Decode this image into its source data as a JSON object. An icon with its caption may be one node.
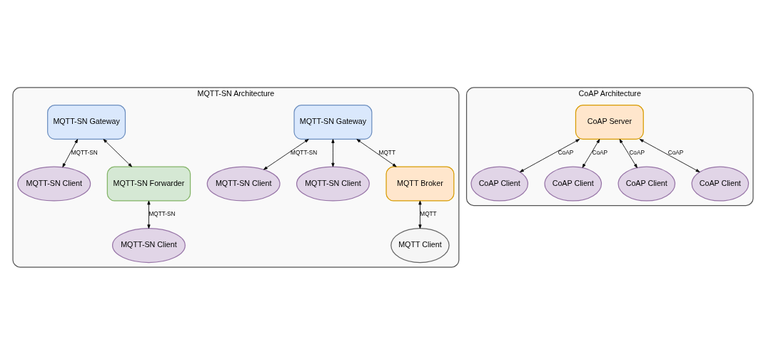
{
  "diagram": {
    "nodes": [
      {
        "text": [
          "MQTT-SN Architecture"
        ]
      },
      {
        "text": [
          "MQTT-SN Client"
        ],
        "in": 0
      },
      {
        "text": [
          "MQTT-SN Client"
        ],
        "in": 0
      },
      {
        "text": [
          "MQTT-SN Gateway"
        ],
        "in": 0
      },
      {
        "text": [
          "MQTT-SN Client"
        ],
        "in": 0
      },
      {
        "text": [
          "MQTT-SN Gateway"
        ],
        "in": 0
      },
      {
        "text": [
          "MQTT Broker"
        ],
        "in": 0
      },
      {
        "text": [
          "MQTT-SN Client"
        ],
        "in": 0
      },
      {
        "text": [
          "MQTT-SN Forwarder"
        ],
        "in": 0
      },
      {
        "text": [
          "MQTT Client"
        ],
        "in": 0
      },
      {
        "text": [
          "CoAP Architecture"
        ]
      },
      {
        "text": [
          "CoAP Client"
        ],
        "in": 10
      },
      {
        "text": [
          "CoAP Client"
        ],
        "in": 10
      },
      {
        "text": [
          "CoAP Client"
        ],
        "in": 10
      },
      {
        "text": [
          "CoAP Server"
        ],
        "in": 10
      },
      {
        "text": [
          "CoAP Client"
        ],
        "in": 10
      }
    ],
    "edges": [
      {
        "from": 3,
        "to": 1,
        "arrow": "both",
        "label": "MQTT-SN"
      },
      {
        "from": 3,
        "to": 2,
        "arrow": "both"
      },
      {
        "from": 3,
        "to": 6,
        "arrow": "both",
        "label": "MQTT"
      },
      {
        "from": 5,
        "to": 4,
        "arrow": "both",
        "label": "MQTT-SN"
      },
      {
        "from": 5,
        "to": 8,
        "arrow": "both"
      },
      {
        "from": 8,
        "to": 7,
        "arrow": "both",
        "label": "MQTT-SN"
      },
      {
        "from": 6,
        "to": 9,
        "arrow": "both",
        "label": "MQTT"
      },
      {
        "from": 14,
        "to": 11,
        "arrow": "both",
        "label": "CoAP"
      },
      {
        "from": 14,
        "to": 12,
        "arrow": "both",
        "label": "CoAP"
      },
      {
        "from": 14,
        "to": 13,
        "arrow": "both",
        "label": "CoAP"
      },
      {
        "from": 14,
        "to": 15,
        "arrow": "both",
        "label": "CoAP"
      }
    ]
  }
}
